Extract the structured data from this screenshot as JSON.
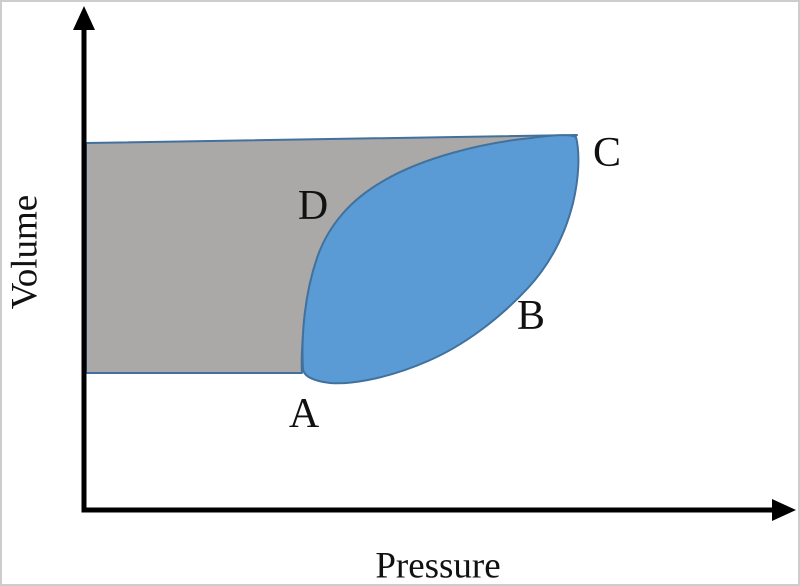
{
  "axes": {
    "x_label": "Pressure",
    "y_label": "Volume"
  },
  "points": {
    "a": "A",
    "b": "B",
    "c": "C",
    "d": "D"
  },
  "colors": {
    "cycle_fill": "#5b9bd5",
    "outline": "#41719c",
    "region_fill": "#aba8a8",
    "axis": "#000000",
    "border": "#cdcdcd"
  },
  "chart_data": {
    "type": "area",
    "title": "",
    "xlabel": "Pressure",
    "ylabel": "Volume",
    "grid": false,
    "axis_tick_labels": [],
    "description": "Qualitative pressure-volume diagram of a closed thermodynamic cycle. A blue lens-shaped closed loop runs between state A (low pressure, low volume) and state C (high pressure, high volume); branch A-D-C bounds the loop on the upper-left and branch A-B-C on the lower-right. A gray region fills the area between the A-D-C branch of the cycle and the Volume axis, bounded above by a nearly horizontal line at the volume of C and below by a horizontal line at the volume of A.",
    "point_labels": [
      "A",
      "B",
      "C",
      "D"
    ],
    "cycle_points_normalized": [
      {
        "label": "A",
        "pressure": 0.33,
        "volume": 0.26
      },
      {
        "label": "B",
        "pressure": 0.59,
        "volume": 0.42
      },
      {
        "label": "C",
        "pressure": 0.69,
        "volume": 0.74
      },
      {
        "label": "D",
        "pressure": 0.38,
        "volume": 0.6
      }
    ],
    "regions": [
      {
        "name": "cycle-interior",
        "fill": "#5b9bd5",
        "bounded_by": "closed loop A-B-C-D"
      },
      {
        "name": "axis-side-region",
        "fill": "#aba8a8",
        "bounded_by": "Volume axis, top line to C, branch C-D-A, bottom line from A"
      }
    ]
  }
}
